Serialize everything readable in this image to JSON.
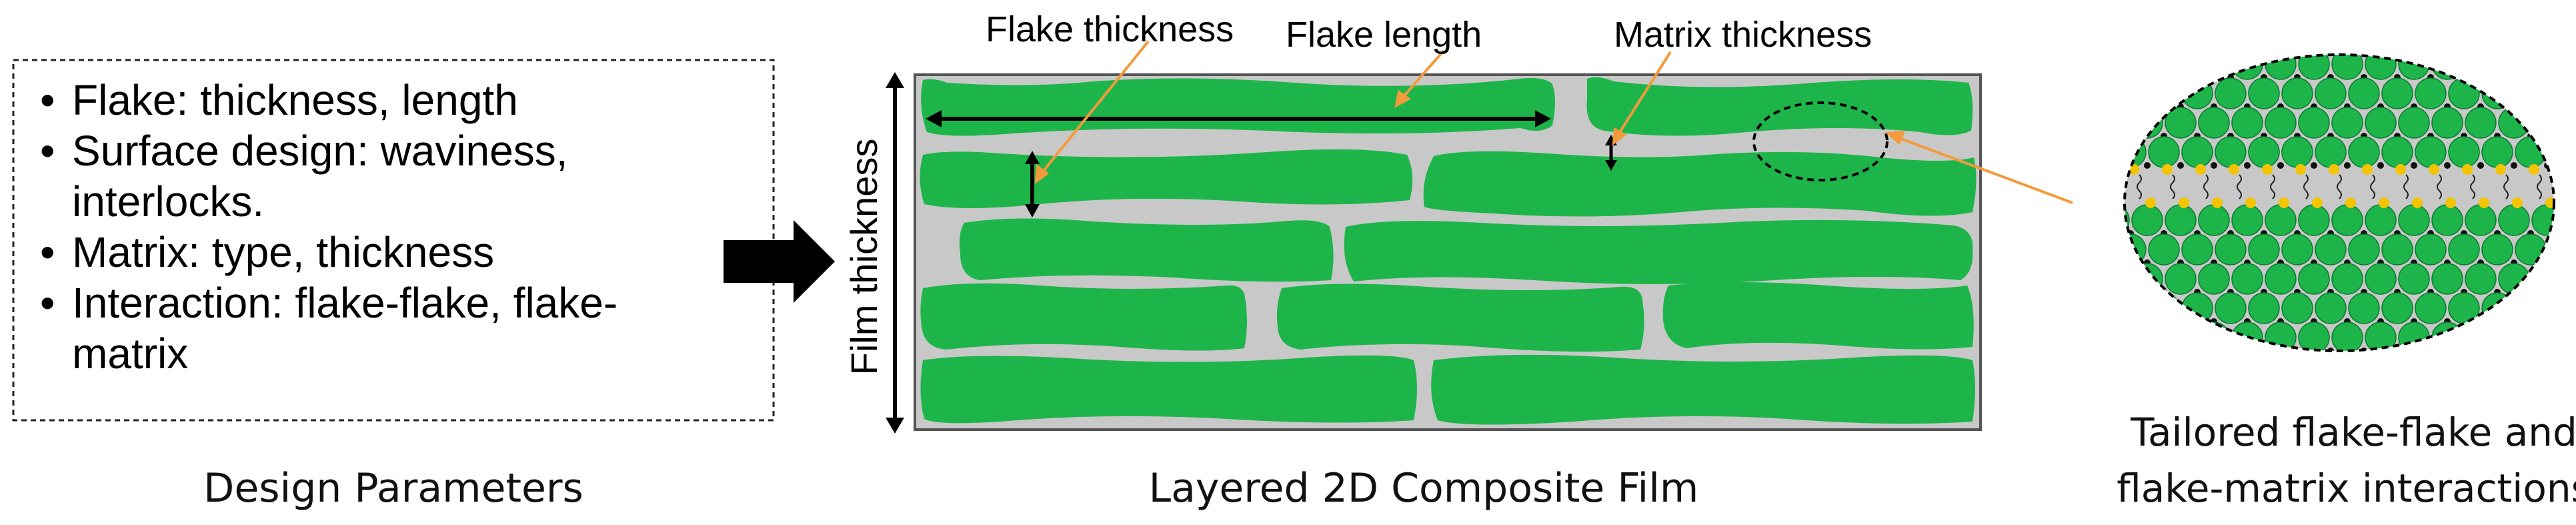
{
  "design_parameters": {
    "bullets": [
      "Flake: thickness, length",
      "Surface design: waviness,",
      "interlocks.",
      "Matrix: type, thickness",
      "Interaction: flake-flake, flake-",
      "matrix"
    ],
    "caption": "Design Parameters"
  },
  "composite_film": {
    "labels": {
      "flake_thickness": "Flake thickness",
      "flake_length": "Flake length",
      "matrix_thickness": "Matrix thickness",
      "film_thickness": "Film thickness"
    },
    "caption": "Layered 2D Composite Film"
  },
  "interactions": {
    "caption_line1": "Tailored flake-flake and",
    "caption_line2": "flake-matrix  interactions"
  },
  "colors": {
    "flake_green": "#1db54a",
    "matrix_gray": "#c8c8c8",
    "annotation_orange": "#f39a3c",
    "interaction_yellow": "#f5c400",
    "outline": "#000000"
  }
}
